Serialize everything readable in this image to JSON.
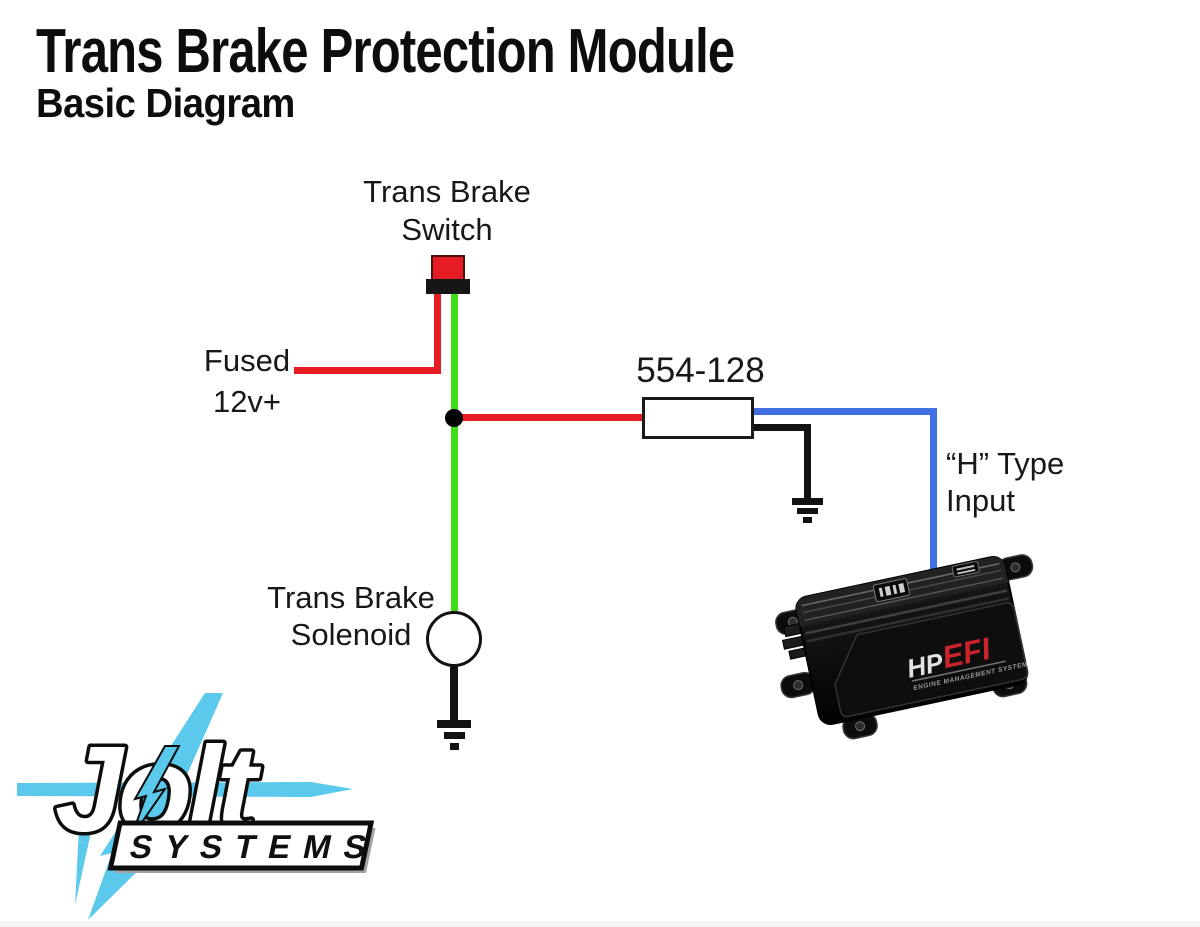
{
  "page": {
    "title": "Trans Brake Protection Module",
    "subtitle": "Basic Diagram"
  },
  "labels": {
    "switch_line1": "Trans Brake",
    "switch_line2": "Switch",
    "fused_line1": "Fused",
    "fused_line2": "12v+",
    "part_number": "554-128",
    "input_line1": "“H” Type",
    "input_line2": "Input",
    "solenoid_line1": "Trans Brake",
    "solenoid_line2": "Solenoid"
  },
  "module": {
    "brand_primary": "HP",
    "brand_secondary": "EFI",
    "brand_tagline": "ENGINE MANAGEMENT SYSTEM"
  },
  "logo": {
    "brand": "Jolt",
    "sub_brand": "SYSTEMS"
  },
  "colors": {
    "wire_red": "#e51d23",
    "wire_green": "#3fdd15",
    "wire_blue": "#4070e4",
    "wire_black": "#121212",
    "accent_cyan": "#5ac9ec",
    "efi_red": "#c9242b"
  }
}
